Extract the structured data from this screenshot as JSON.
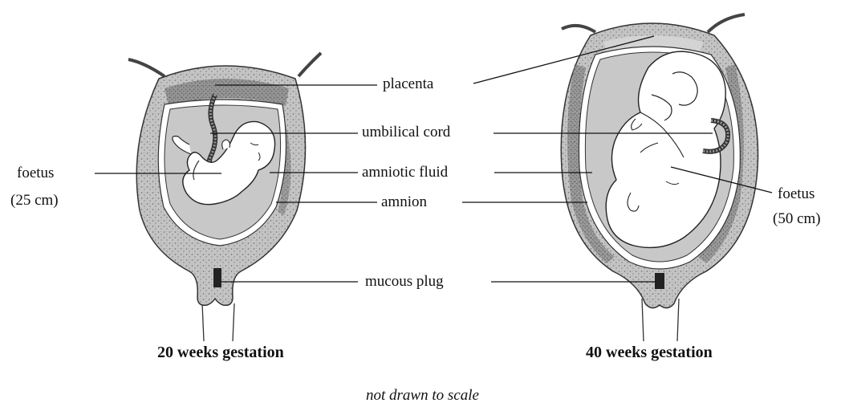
{
  "diagram": {
    "labels": {
      "placenta": "placenta",
      "umbilical_cord": "umbilical cord",
      "amniotic_fluid": "amniotic fluid",
      "amnion": "amnion",
      "mucous_plug": "mucous plug",
      "foetus_left": "foetus",
      "foetus_left_size": "(25 cm)",
      "foetus_right": "foetus",
      "foetus_right_size": "(50 cm)"
    },
    "captions": {
      "left": "20 weeks gestation",
      "right": "40 weeks gestation"
    },
    "footnote": "not drawn to scale"
  },
  "colors": {
    "wall": "#b9b9b9",
    "wall_dark": "#5a5a5a",
    "fluid": "#c8c8c8",
    "foetus": "#ffffff",
    "outline": "#222222"
  }
}
